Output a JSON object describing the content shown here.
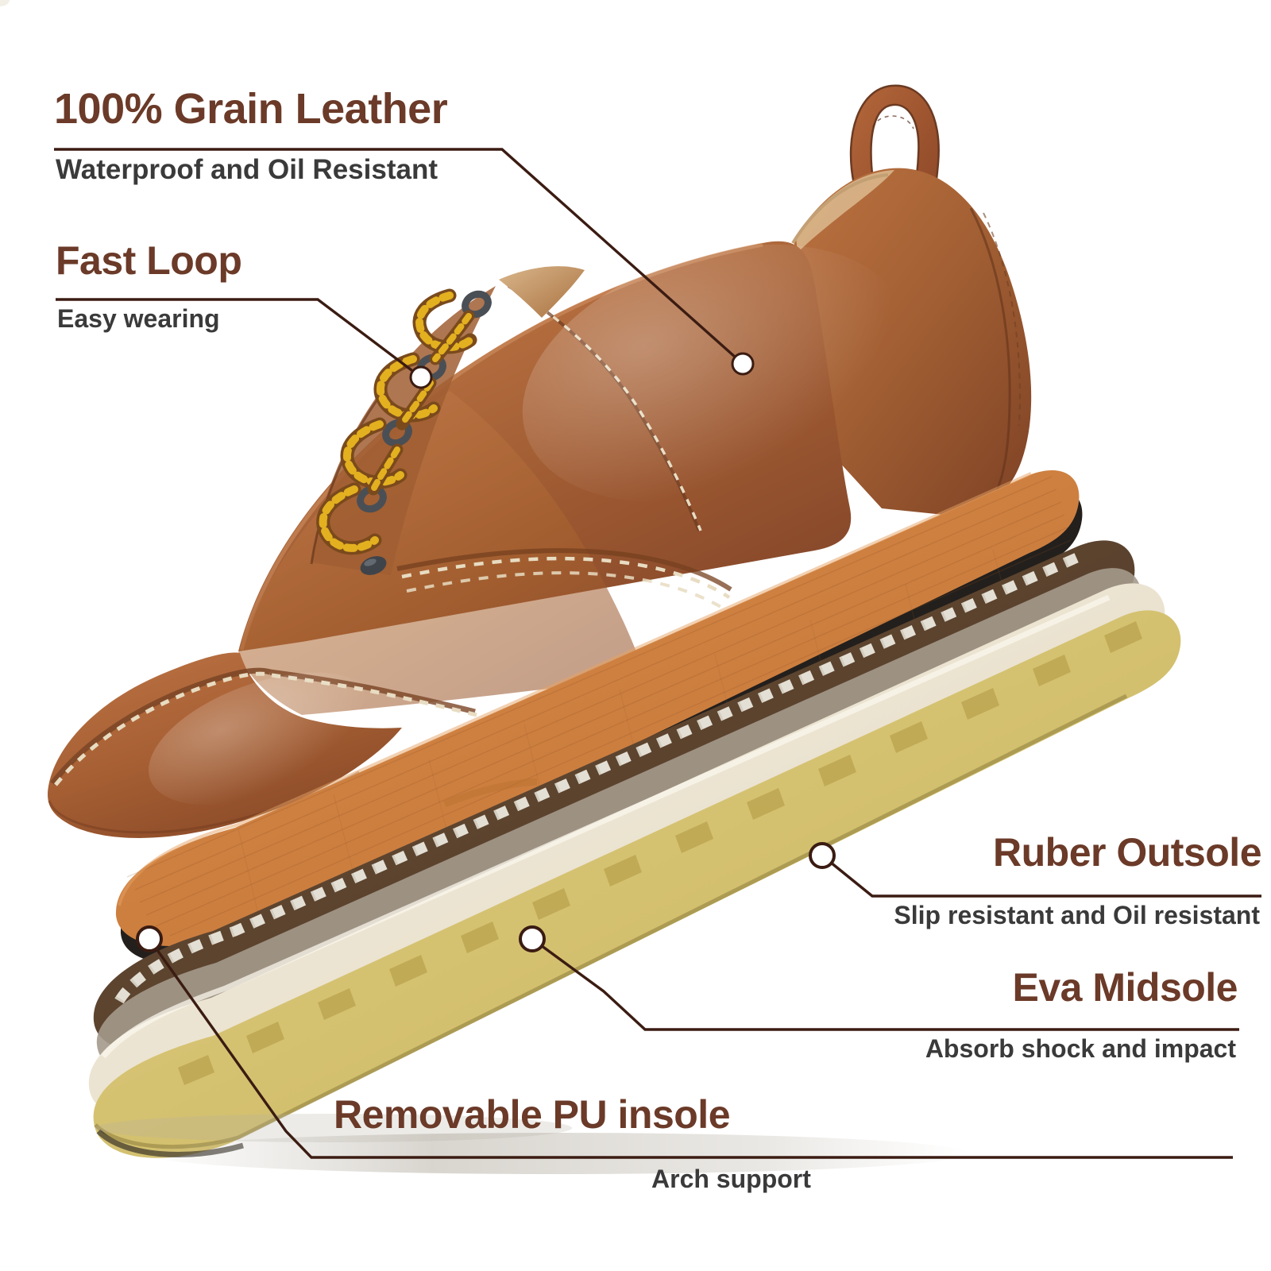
{
  "product": {
    "type": "leather-casual-shoe-infographic",
    "colors": {
      "heading": "#6B3A28",
      "subtext": "#3A3A3A",
      "leader": "#3B1C12",
      "leather_light": "#B4683C",
      "leather_mid": "#9C5730",
      "leather_dark": "#7A4024",
      "lace_yellow": "#E3B020",
      "lace_brown": "#7A4A1C",
      "eyelet": "#4A4F55",
      "stitch_cream": "#E8DCC2",
      "insole_orange": "#D08343",
      "insole_black": "#231F1C",
      "welt_brown": "#5C4430",
      "eva_cream": "#EDE6D6",
      "rubber_khaki": "#D5C273",
      "background": "#FFFFFF"
    }
  },
  "callouts": [
    {
      "id": "grain-leather",
      "title": "100% Grain Leather",
      "subtitle": "Waterproof and Oil Resistant",
      "anchor_label": "upper-leather-panel"
    },
    {
      "id": "fast-loop",
      "title": "Fast Loop",
      "subtitle": "Easy wearing",
      "anchor_label": "lace-eyelet"
    },
    {
      "id": "ruber-outsole",
      "title": "Ruber Outsole",
      "subtitle": "Slip resistant and Oil resistant",
      "anchor_label": "outsole-edge"
    },
    {
      "id": "eva-midsole",
      "title": "Eva Midsole",
      "subtitle": "Absorb shock and impact",
      "anchor_label": "midsole-edge"
    },
    {
      "id": "pu-insole",
      "title": "Removable PU insole",
      "subtitle": "Arch support",
      "anchor_label": "insole-surface"
    }
  ]
}
